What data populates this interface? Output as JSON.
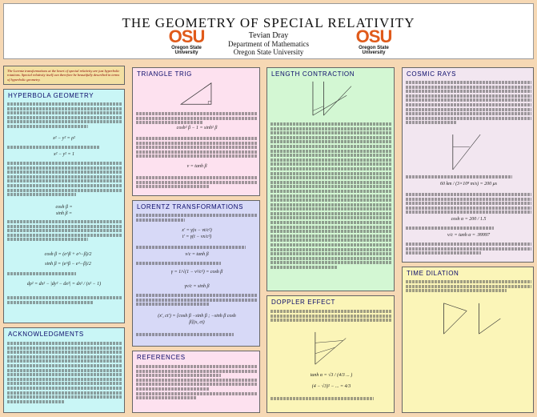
{
  "header": {
    "title": "THE GEOMETRY OF SPECIAL RELATIVITY",
    "author": "Tevian Dray",
    "dept": "Department of Mathematics",
    "univ": "Oregon State University",
    "logo_text": "OSU",
    "logo_sub": "Oregon State University"
  },
  "abstract": {
    "text": "The Lorentz transformations at the heart of special relativity are just hyperbolic rotations. Special relativity itself can therefore be beautifully described in terms of hyperbolic geometry."
  },
  "sections": {
    "hyperbola": "HYPERBOLA GEOMETRY",
    "ack": "ACKNOWLEDGMENTS",
    "triangle": "TRIANGLE TRIG",
    "lorentz": "LORENTZ TRANSFORMATIONS",
    "references": "REFERENCES",
    "length": "LENGTH CONTRACTION",
    "doppler": "DOPPLER EFFECT",
    "cosmic": "COSMIC RAYS",
    "time_dilation": "TIME DILATION"
  },
  "colors": {
    "title_accent": "#0a0a6a",
    "osu_orange": "#e05a1a",
    "background": "#f6d8b4"
  }
}
